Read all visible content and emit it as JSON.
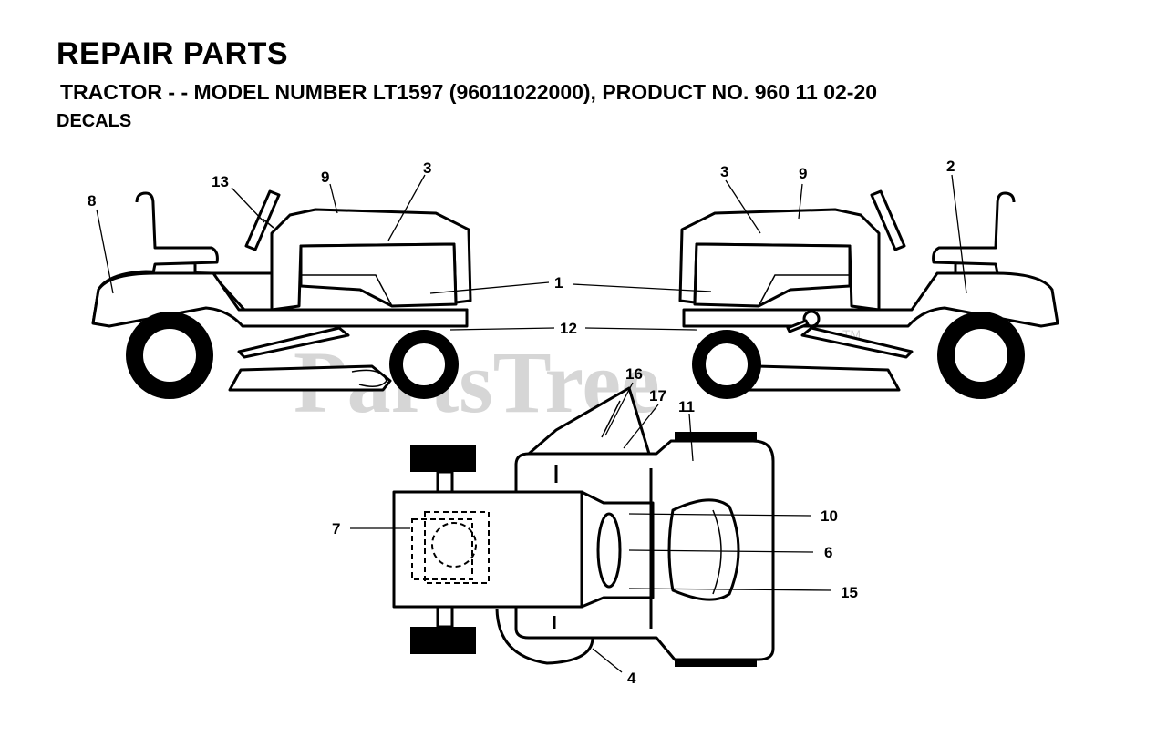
{
  "header": {
    "title": "REPAIR PARTS",
    "subtitle": "TRACTOR - - MODEL NUMBER  LT1597 (96011022000), PRODUCT NO. 960 11 02-20",
    "section": "DECALS"
  },
  "watermark": {
    "text": "PartsTree",
    "trademark": "TM"
  },
  "callouts": {
    "c1": "1",
    "c2": "2",
    "c3a": "3",
    "c3b": "3",
    "c4": "4",
    "c6": "6",
    "c7": "7",
    "c8": "8",
    "c9a": "9",
    "c9b": "9",
    "c10": "10",
    "c11": "11",
    "c12": "12",
    "c13": "13",
    "c15": "15",
    "c16": "16",
    "c17": "17"
  }
}
